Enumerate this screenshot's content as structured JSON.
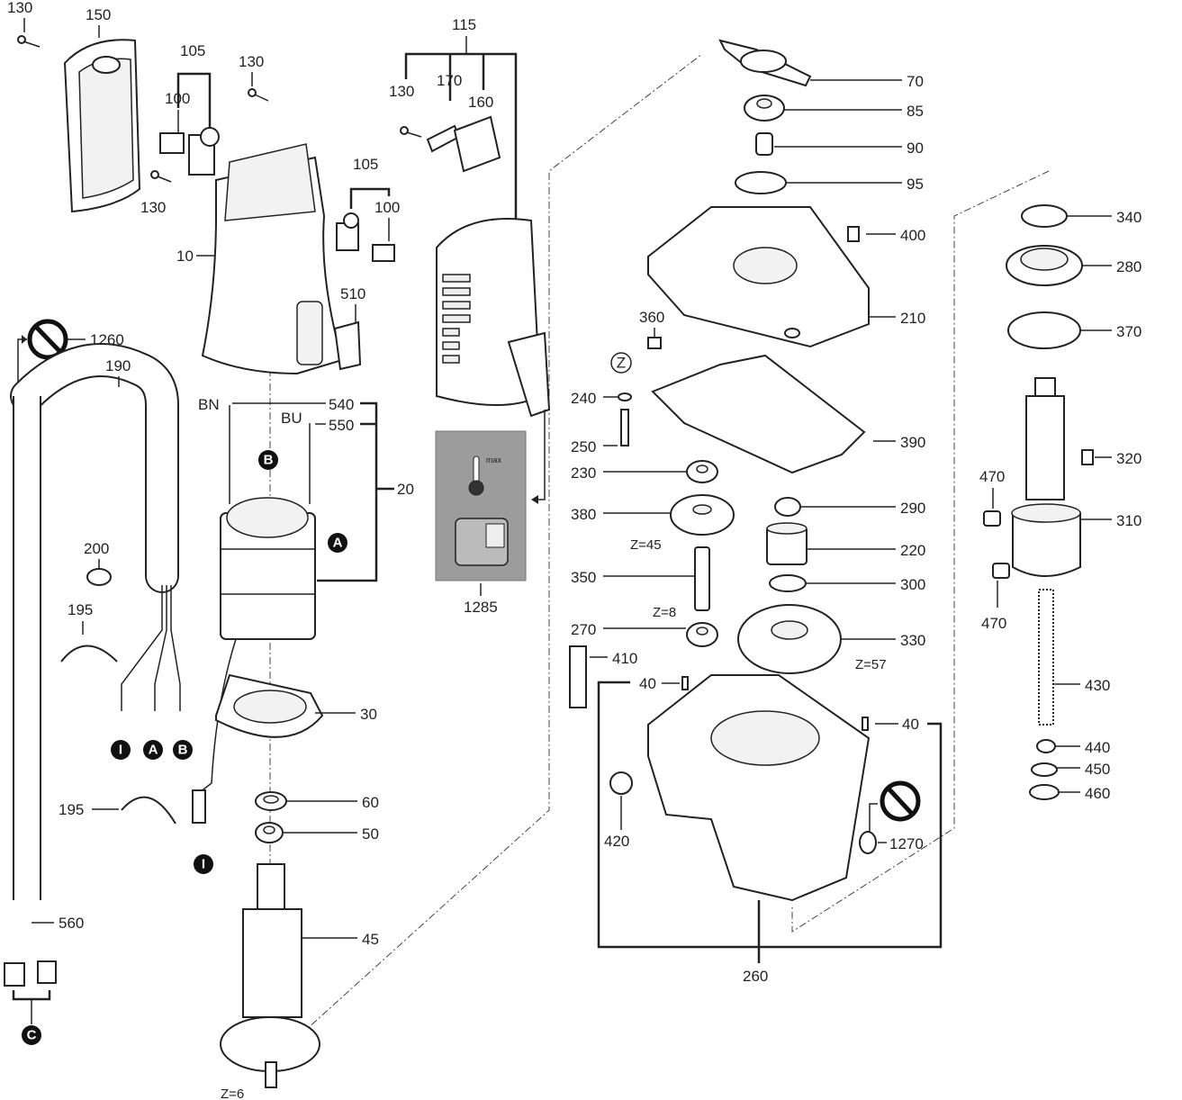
{
  "diagram": {
    "type": "exploded-parts-diagram",
    "callouts": {
      "p130a": "130",
      "p150": "150",
      "p105a": "105",
      "p100a": "100",
      "p130b": "130",
      "p130c": "130",
      "p115": "115",
      "p170": "170",
      "p160": "160",
      "p130d": "130",
      "p105b": "105",
      "p100b": "100",
      "p10": "10",
      "p510": "510",
      "p1260": "1260",
      "p190": "190",
      "p540": "540",
      "p550": "550",
      "p20": "20",
      "bn": "BN",
      "bu": "BU",
      "p200": "200",
      "p195a": "195",
      "p195b": "195",
      "p560": "560",
      "p30": "30",
      "p60": "60",
      "p50": "50",
      "p45": "45",
      "z6": "Z=6",
      "p1285": "1285",
      "label_max": "max",
      "p70": "70",
      "p85": "85",
      "p90": "90",
      "p95": "95",
      "p400": "400",
      "p210": "210",
      "p360": "360",
      "p240": "240",
      "p250": "250",
      "p390": "390",
      "p230": "230",
      "p380": "380",
      "z45": "Z=45",
      "p290": "290",
      "p220": "220",
      "p350": "350",
      "z8": "Z=8",
      "p300": "300",
      "p270": "270",
      "p330": "330",
      "z57": "Z=57",
      "p410": "410",
      "p40a": "40",
      "p40b": "40",
      "p420": "420",
      "p1270": "1270",
      "p260": "260",
      "p340": "340",
      "p280": "280",
      "p370": "370",
      "p320": "320",
      "p470a": "470",
      "p310": "310",
      "p470b": "470",
      "p430": "430",
      "p440": "440",
      "p450": "450",
      "p460": "460"
    },
    "connectors": {
      "A": "A",
      "B": "B",
      "C": "C",
      "I": "I",
      "Z": "Z"
    }
  }
}
